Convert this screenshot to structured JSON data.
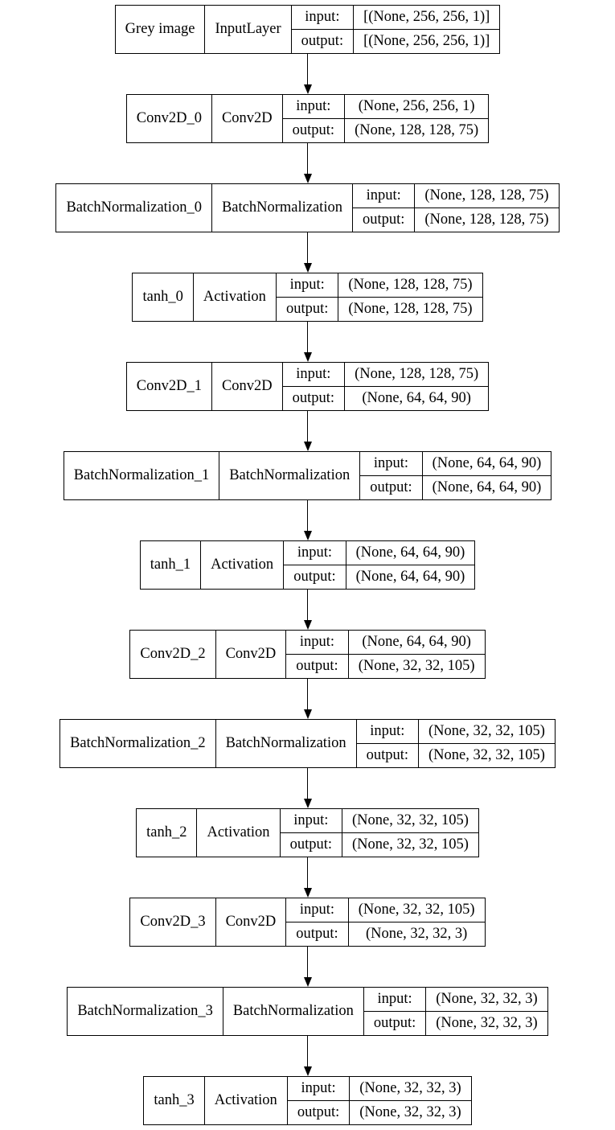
{
  "diagram": {
    "background_color": "#ffffff",
    "node_border_color": "#000000",
    "edge_color": "#000000",
    "direction": "top-to-bottom"
  },
  "nodes": [
    {
      "name": "Grey image",
      "type": "InputLayer",
      "input_label": "input:",
      "output_label": "output:",
      "input_shape": "[(None, 256, 256, 1)]",
      "output_shape": "[(None, 256, 256, 1)]"
    },
    {
      "name": "Conv2D_0",
      "type": "Conv2D",
      "input_label": "input:",
      "output_label": "output:",
      "input_shape": "(None, 256, 256, 1)",
      "output_shape": "(None, 128, 128, 75)"
    },
    {
      "name": "BatchNormalization_0",
      "type": "BatchNormalization",
      "input_label": "input:",
      "output_label": "output:",
      "input_shape": "(None, 128, 128, 75)",
      "output_shape": "(None, 128, 128, 75)"
    },
    {
      "name": "tanh_0",
      "type": "Activation",
      "input_label": "input:",
      "output_label": "output:",
      "input_shape": "(None, 128, 128, 75)",
      "output_shape": "(None, 128, 128, 75)"
    },
    {
      "name": "Conv2D_1",
      "type": "Conv2D",
      "input_label": "input:",
      "output_label": "output:",
      "input_shape": "(None, 128, 128, 75)",
      "output_shape": "(None, 64, 64, 90)"
    },
    {
      "name": "BatchNormalization_1",
      "type": "BatchNormalization",
      "input_label": "input:",
      "output_label": "output:",
      "input_shape": "(None, 64, 64, 90)",
      "output_shape": "(None, 64, 64, 90)"
    },
    {
      "name": "tanh_1",
      "type": "Activation",
      "input_label": "input:",
      "output_label": "output:",
      "input_shape": "(None, 64, 64, 90)",
      "output_shape": "(None, 64, 64, 90)"
    },
    {
      "name": "Conv2D_2",
      "type": "Conv2D",
      "input_label": "input:",
      "output_label": "output:",
      "input_shape": "(None, 64, 64, 90)",
      "output_shape": "(None, 32, 32, 105)"
    },
    {
      "name": "BatchNormalization_2",
      "type": "BatchNormalization",
      "input_label": "input:",
      "output_label": "output:",
      "input_shape": "(None, 32, 32, 105)",
      "output_shape": "(None, 32, 32, 105)"
    },
    {
      "name": "tanh_2",
      "type": "Activation",
      "input_label": "input:",
      "output_label": "output:",
      "input_shape": "(None, 32, 32, 105)",
      "output_shape": "(None, 32, 32, 105)"
    },
    {
      "name": "Conv2D_3",
      "type": "Conv2D",
      "input_label": "input:",
      "output_label": "output:",
      "input_shape": "(None, 32, 32, 105)",
      "output_shape": "(None, 32, 32, 3)"
    },
    {
      "name": "BatchNormalization_3",
      "type": "BatchNormalization",
      "input_label": "input:",
      "output_label": "output:",
      "input_shape": "(None, 32, 32, 3)",
      "output_shape": "(None, 32, 32, 3)"
    },
    {
      "name": "tanh_3",
      "type": "Activation",
      "input_label": "input:",
      "output_label": "output:",
      "input_shape": "(None, 32, 32, 3)",
      "output_shape": "(None, 32, 32, 3)"
    }
  ]
}
